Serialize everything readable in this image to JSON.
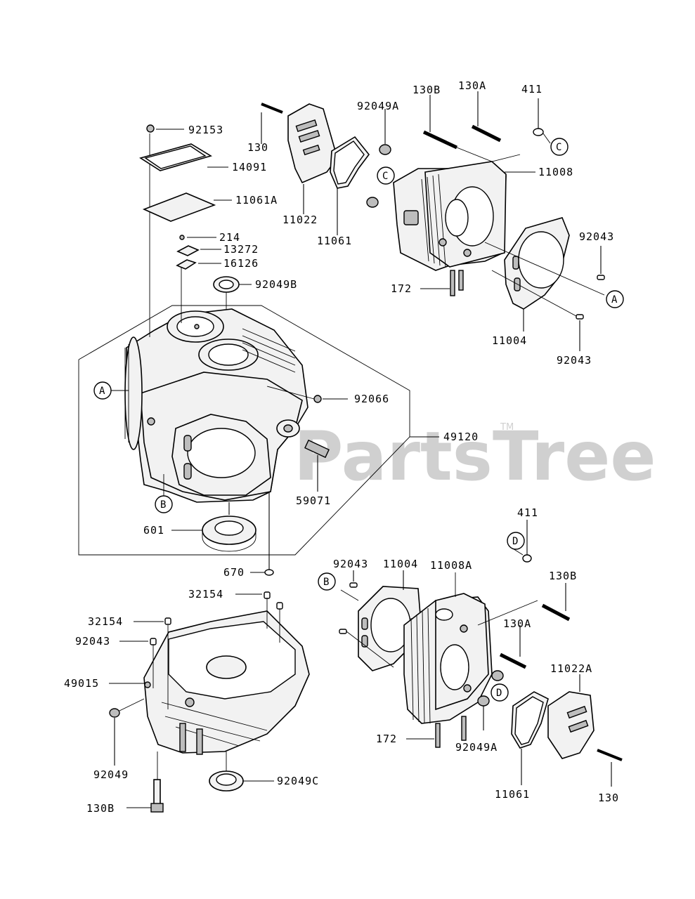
{
  "watermark": {
    "text": "PartsTree",
    "tm": "TM"
  },
  "callouts": {
    "A": "A",
    "B": "B",
    "C": "C",
    "D": "D"
  },
  "labels": {
    "p92153": "92153",
    "p130_top": "130",
    "p14091": "14091",
    "p11061A": "11061A",
    "p11022": "11022",
    "p11061_top": "11061",
    "p214": "214",
    "p13272": "13272",
    "p16126": "16126",
    "p92049B": "92049B",
    "p92049A_top": "92049A",
    "p130B_top": "130B",
    "p130A_top": "130A",
    "p411_top": "411",
    "p11008": "11008",
    "p92043_a": "92043",
    "p172_top": "172",
    "p11004_top": "11004",
    "p92043_b": "92043",
    "p92066": "92066",
    "p49120": "49120",
    "p59071": "59071",
    "p601": "601",
    "p670": "670",
    "p411_bot": "411",
    "p92043_c": "92043",
    "p11004_bot": "11004",
    "p11008A": "11008A",
    "p130B_right": "130B",
    "p32154_a": "32154",
    "p32154_b": "32154",
    "p92043_d": "92043",
    "p49015": "49015",
    "p130A_bot": "130A",
    "p11022A": "11022A",
    "p172_bot": "172",
    "p92049A_bot": "92049A",
    "p92049": "92049",
    "p92049C": "92049C",
    "p11061_bot": "11061",
    "p130_bot": "130",
    "p130B_bot": "130B"
  }
}
